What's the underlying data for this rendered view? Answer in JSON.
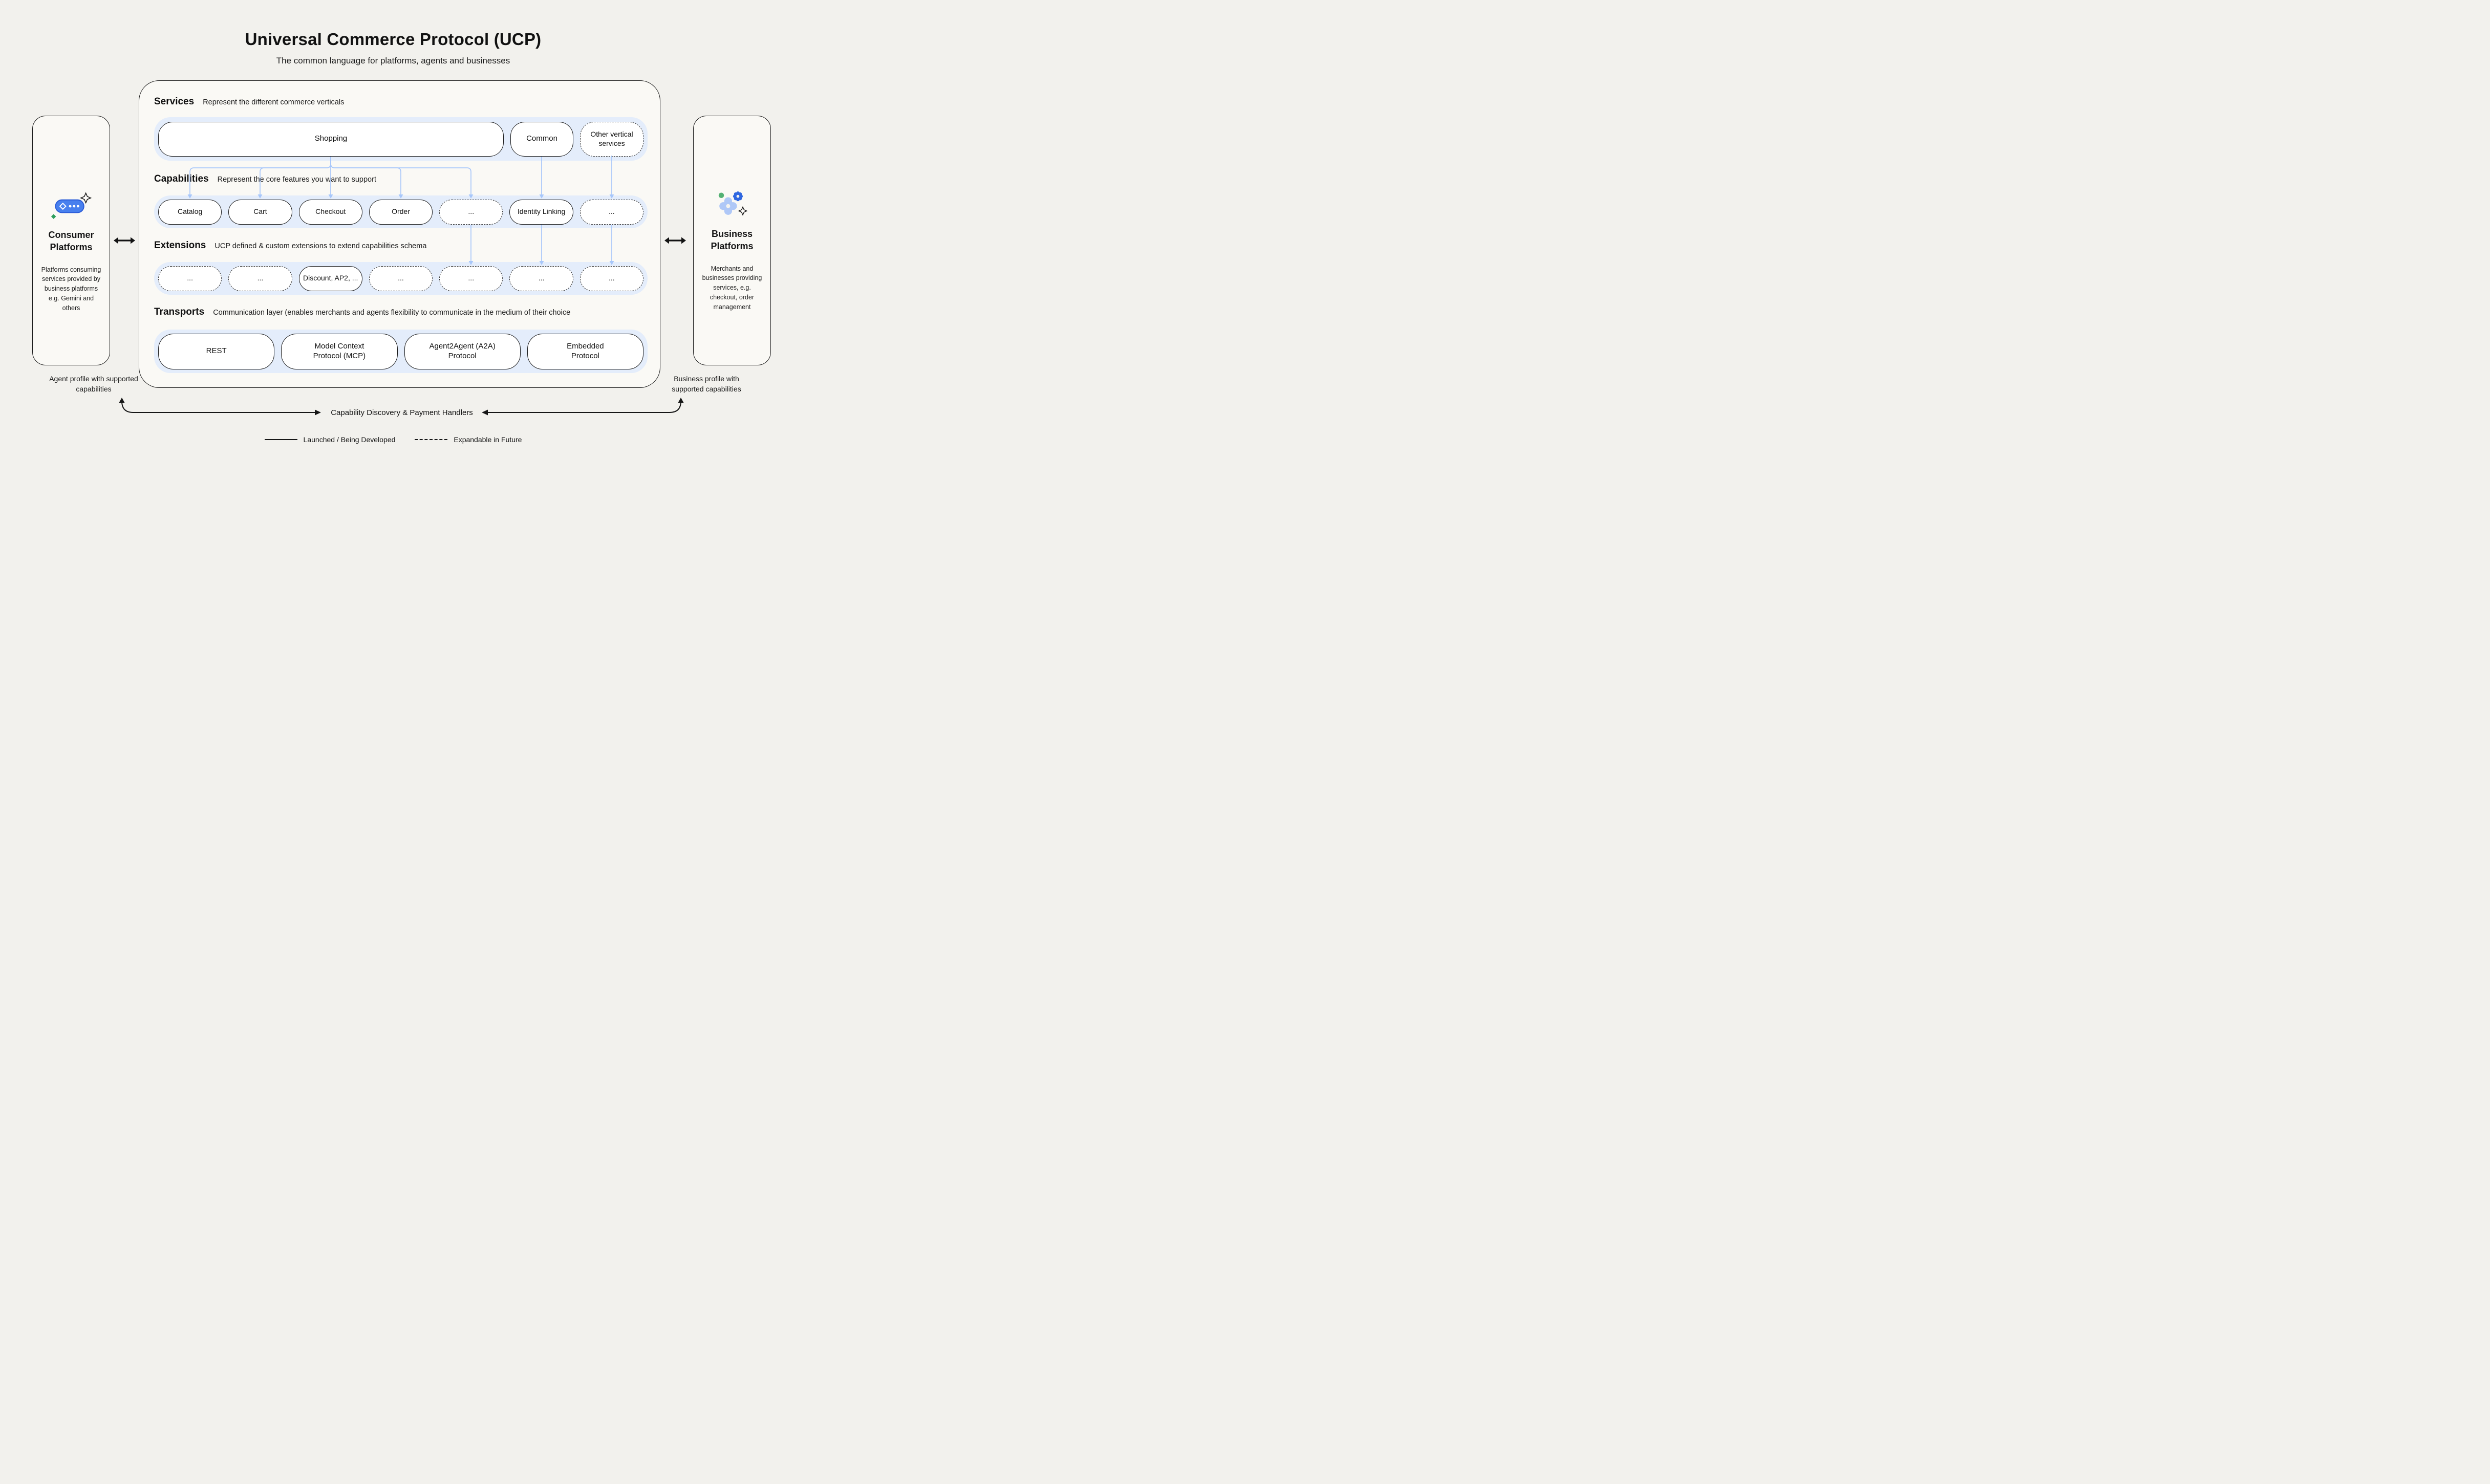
{
  "title": "Universal Commerce Protocol (UCP)",
  "subtitle": "The common language for platforms, agents and businesses",
  "consumer_card": {
    "title": "Consumer Platforms",
    "description": "Platforms consuming services provided by business platforms e.g. Gemini and others"
  },
  "business_card": {
    "title": "Business Platforms",
    "description": "Merchants and businesses providing services, e.g. checkout, order management"
  },
  "profiles": {
    "agent": "Agent profile with supported capabilities",
    "business": "Business profile with supported capabilities"
  },
  "sections": {
    "services": {
      "heading": "Services",
      "description": "Represent the different commerce verticals",
      "pills": [
        {
          "label": "Shopping",
          "style": "solid"
        },
        {
          "label": "Common",
          "style": "solid"
        },
        {
          "label": "Other vertical\nservices",
          "style": "dashed"
        }
      ]
    },
    "capabilities": {
      "heading": "Capabilities",
      "description": "Represent the core features you want to support",
      "pills": [
        {
          "label": "Catalog",
          "style": "solid"
        },
        {
          "label": "Cart",
          "style": "solid"
        },
        {
          "label": "Checkout",
          "style": "solid"
        },
        {
          "label": "Order",
          "style": "solid"
        },
        {
          "label": "...",
          "style": "dashed"
        },
        {
          "label": "Identity Linking",
          "style": "solid"
        },
        {
          "label": "...",
          "style": "dashed"
        }
      ]
    },
    "extensions": {
      "heading": "Extensions",
      "description": "UCP defined & custom extensions to extend capabilities schema",
      "pills": [
        {
          "label": "...",
          "style": "dashed"
        },
        {
          "label": "...",
          "style": "dashed"
        },
        {
          "label": "Discount, AP2, ...",
          "style": "solid"
        },
        {
          "label": "...",
          "style": "dashed"
        },
        {
          "label": "...",
          "style": "dashed"
        },
        {
          "label": "...",
          "style": "dashed"
        },
        {
          "label": "...",
          "style": "dashed"
        }
      ]
    },
    "transports": {
      "heading": "Transports",
      "description": "Communication layer (enables merchants and agents flexibility to communicate in the medium of their choice",
      "pills": [
        {
          "label": "REST",
          "style": "solid"
        },
        {
          "label": "Model Context\nProtocol (MCP)",
          "style": "solid"
        },
        {
          "label": "Agent2Agent (A2A)\nProtocol",
          "style": "solid"
        },
        {
          "label": "Embedded\nProtocol",
          "style": "solid"
        }
      ]
    }
  },
  "flow": {
    "label": "Capability Discovery & Payment Handlers"
  },
  "legend": {
    "solid_label": "Launched / Being Developed",
    "dashed_label": "Expandable in Future"
  },
  "icons": {
    "consumer": "agent-sparkle-icon",
    "business": "services-gear-icon",
    "links": "bidirectional-arrow-icon"
  },
  "colors": {
    "background": "#f2f1ed",
    "panel": "#faf9f5",
    "band": "#e4edfb",
    "connector": "#a8c7fa",
    "border": "#1c1c1c",
    "pill": "#ffffff",
    "accent_blue": "#4880ee",
    "accent_green": "#34a853"
  }
}
